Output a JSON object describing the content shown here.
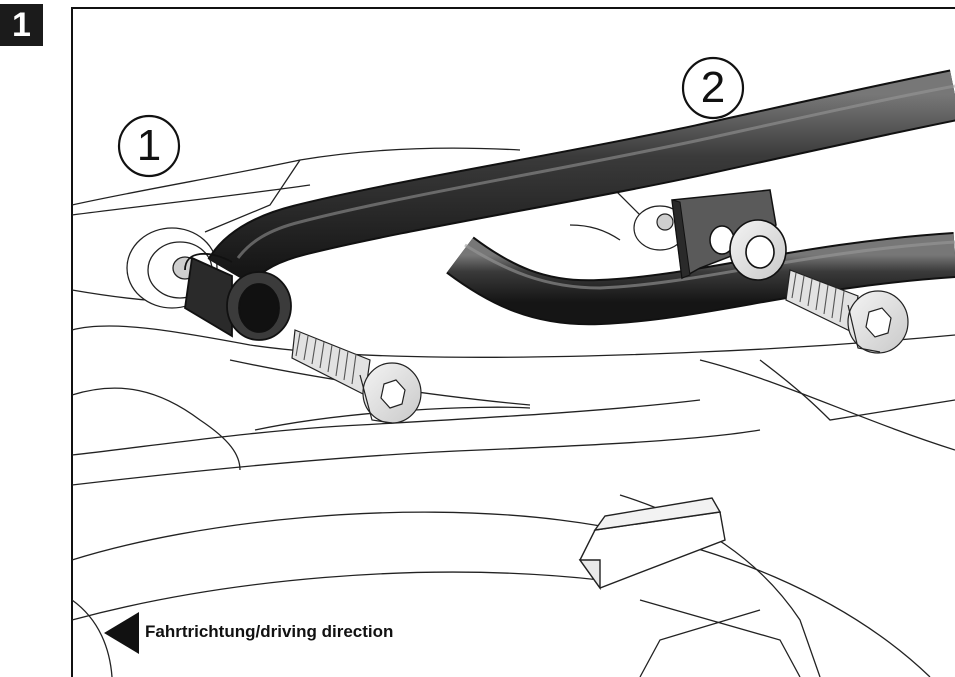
{
  "step": {
    "number": "1"
  },
  "callouts": [
    {
      "label": "1",
      "icon": "circled-number-icon"
    },
    {
      "label": "2",
      "icon": "circled-number-icon"
    }
  ],
  "direction": {
    "text": "Fahrtrichtung/driving direction",
    "icon": "triangle-left-arrow-icon"
  },
  "colors": {
    "frame": "#111111",
    "tube": "#3a3a3a",
    "tube_highlight": "#8a8a8a",
    "bolt": "#e6e6e6",
    "background": "#ffffff"
  }
}
